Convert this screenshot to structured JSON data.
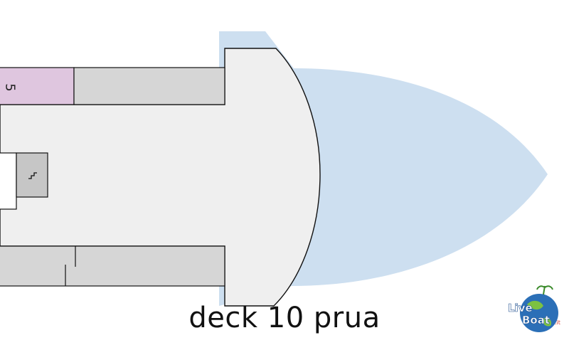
{
  "map": {
    "caption": "deck 10 prua",
    "cabin_number": "5",
    "colors": {
      "sea_wake": "#cddff0",
      "deck_floor": "#efefef",
      "cabin_block": "#d6d6d6",
      "stair_block": "#c6c6c6",
      "highlight_cabin": "#dfc6df",
      "outline": "#111111"
    },
    "icons": {
      "stairs": "stairs-icon"
    }
  },
  "logo": {
    "brand": "LiveBoat.it",
    "colors": {
      "globe_blue": "#2b6fb7",
      "globe_green": "#7cc142",
      "accent_red": "#d23b2f"
    }
  }
}
